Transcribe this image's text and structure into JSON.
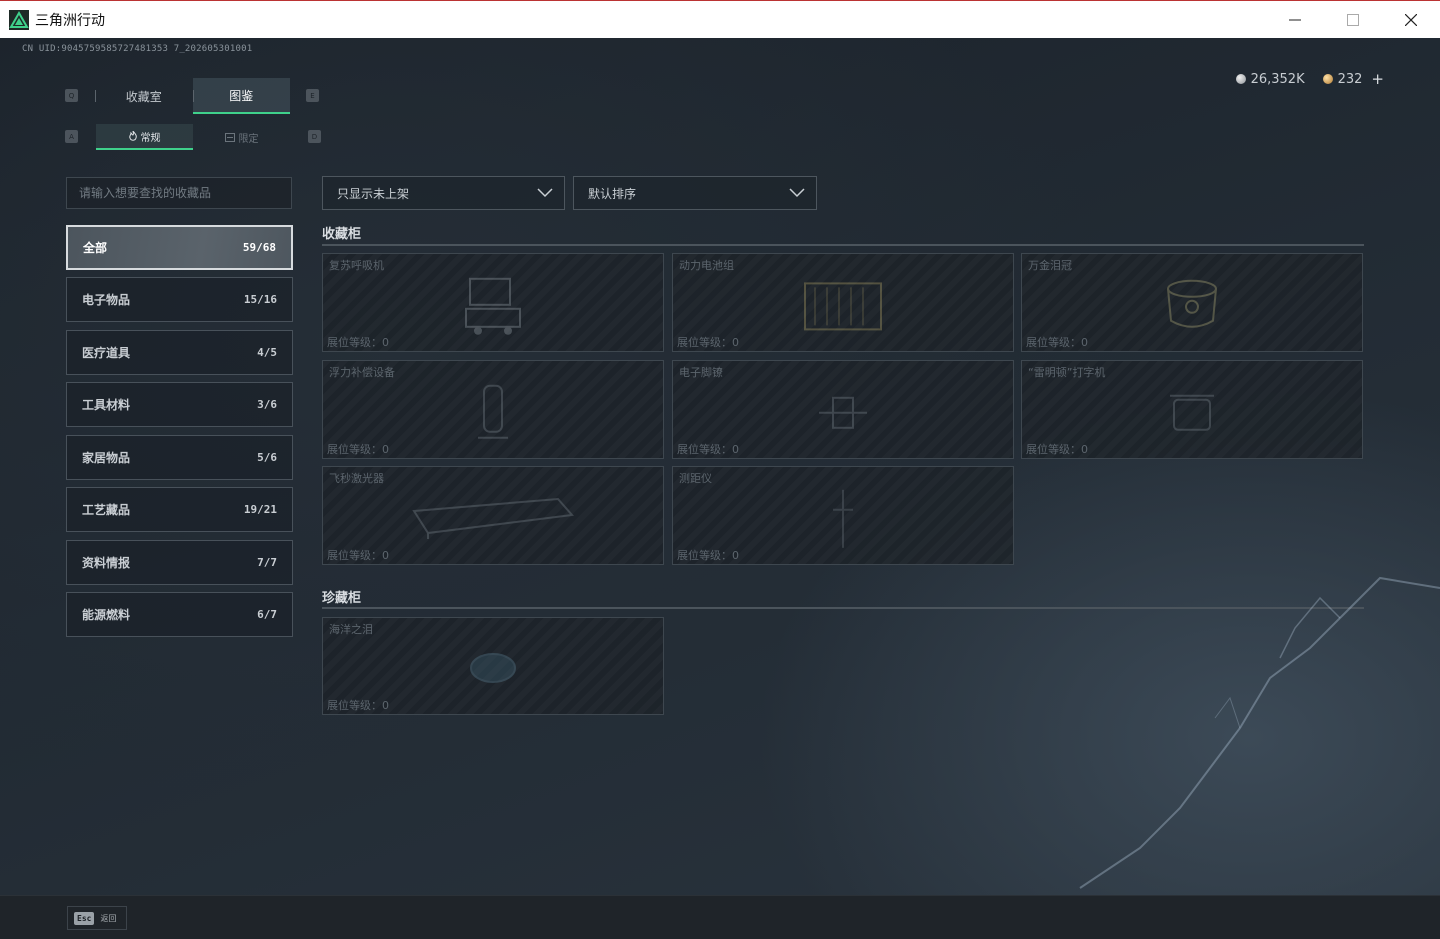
{
  "window": {
    "title": "三角洲行动",
    "minimize_icon": "minimize-icon",
    "maximize_icon": "maximize-icon",
    "close_icon": "close-icon"
  },
  "header": {
    "uid": "CN UID:9045759585727481353 7_202605301001",
    "currency": [
      {
        "icon": "silver-coin-icon",
        "value": "26,352K"
      },
      {
        "icon": "gold-coin-icon",
        "value": "232"
      }
    ],
    "plus": "+"
  },
  "tabs": {
    "key_left": "Q",
    "key_right": "E",
    "items": [
      {
        "label": "收藏室",
        "active": false
      },
      {
        "label": "图鉴",
        "active": true
      }
    ]
  },
  "subtabs": {
    "key_left": "A",
    "key_right": "D",
    "items": [
      {
        "label": "常规",
        "active": true
      },
      {
        "label": "限定",
        "active": false
      }
    ]
  },
  "search": {
    "placeholder": "请输入想要查找的收藏品"
  },
  "filters": {
    "shelf": "只显示未上架",
    "sort": "默认排序"
  },
  "categories": [
    {
      "label": "全部",
      "count": "59/68",
      "active": true
    },
    {
      "label": "电子物品",
      "count": "15/16",
      "active": false
    },
    {
      "label": "医疗道具",
      "count": "4/5",
      "active": false
    },
    {
      "label": "工具材料",
      "count": "3/6",
      "active": false
    },
    {
      "label": "家居物品",
      "count": "5/6",
      "active": false
    },
    {
      "label": "工艺藏品",
      "count": "19/21",
      "active": false
    },
    {
      "label": "资料情报",
      "count": "7/7",
      "active": false
    },
    {
      "label": "能源燃料",
      "count": "6/7",
      "active": false
    }
  ],
  "sections": [
    {
      "title": "收藏柜",
      "items": [
        {
          "name": "复苏呼吸机",
          "level": "展位等级：0"
        },
        {
          "name": "动力电池组",
          "level": "展位等级：0"
        },
        {
          "name": "万金泪冠",
          "level": "展位等级：0"
        },
        {
          "name": "浮力补偿设备",
          "level": "展位等级：0"
        },
        {
          "name": "电子脚镣",
          "level": "展位等级：0"
        },
        {
          "name": "“雷明顿”打字机",
          "level": "展位等级：0"
        },
        {
          "name": "飞秒激光器",
          "level": "展位等级：0"
        },
        {
          "name": "测距仪",
          "level": "展位等级：0"
        }
      ]
    },
    {
      "title": "珍藏柜",
      "items": [
        {
          "name": "海洋之泪",
          "level": "展位等级：0"
        }
      ]
    }
  ],
  "footer": {
    "esc_key": "Esc",
    "esc_label": "返回"
  }
}
